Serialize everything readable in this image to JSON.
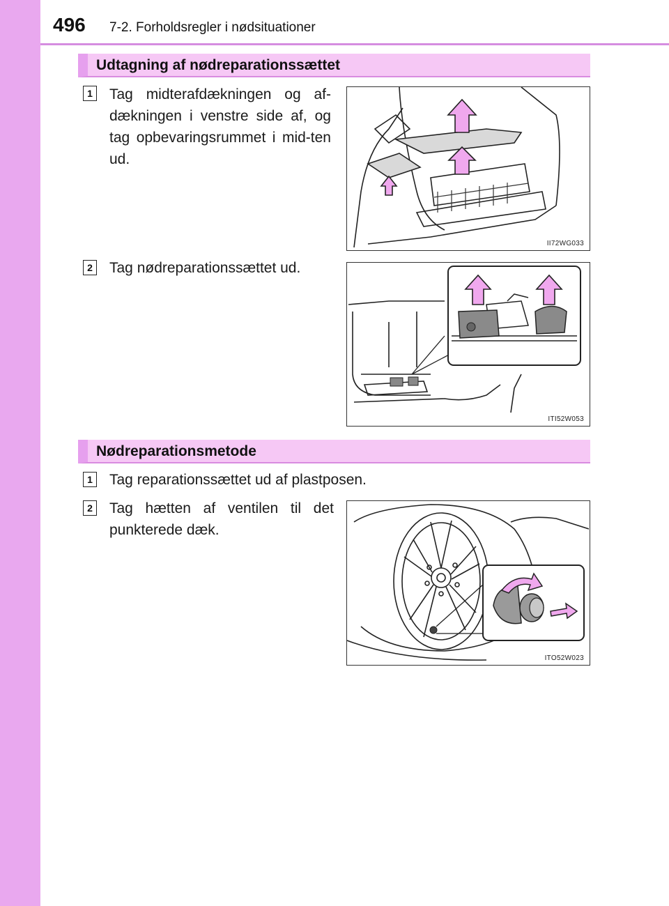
{
  "header": {
    "page_number": "496",
    "chapter": "7-2. Forholdsregler i nødsituationer"
  },
  "sections": [
    {
      "title": "Udtagning af nødreparationssættet",
      "steps": [
        {
          "number": "1",
          "text": "Tag midterafdækningen og af-dækningen i venstre side af, og tag opbevaringsrummet i mid-ten ud.",
          "figure_code": "II72WG033"
        },
        {
          "number": "2",
          "text": "Tag nødreparationssættet ud.",
          "figure_code": "ITI52W053"
        }
      ]
    },
    {
      "title": "Nødreparationsmetode",
      "steps": [
        {
          "number": "1",
          "text": "Tag reparationssættet ud af plastposen."
        },
        {
          "number": "2",
          "text": "Tag hætten af ventilen til det punkterede dæk.",
          "figure_code": "ITO52W023"
        }
      ]
    }
  ],
  "colors": {
    "side_tab": "#e9a8ef",
    "section_bar": "#f6c8f5",
    "arrow_fill": "#f0a8ee"
  }
}
